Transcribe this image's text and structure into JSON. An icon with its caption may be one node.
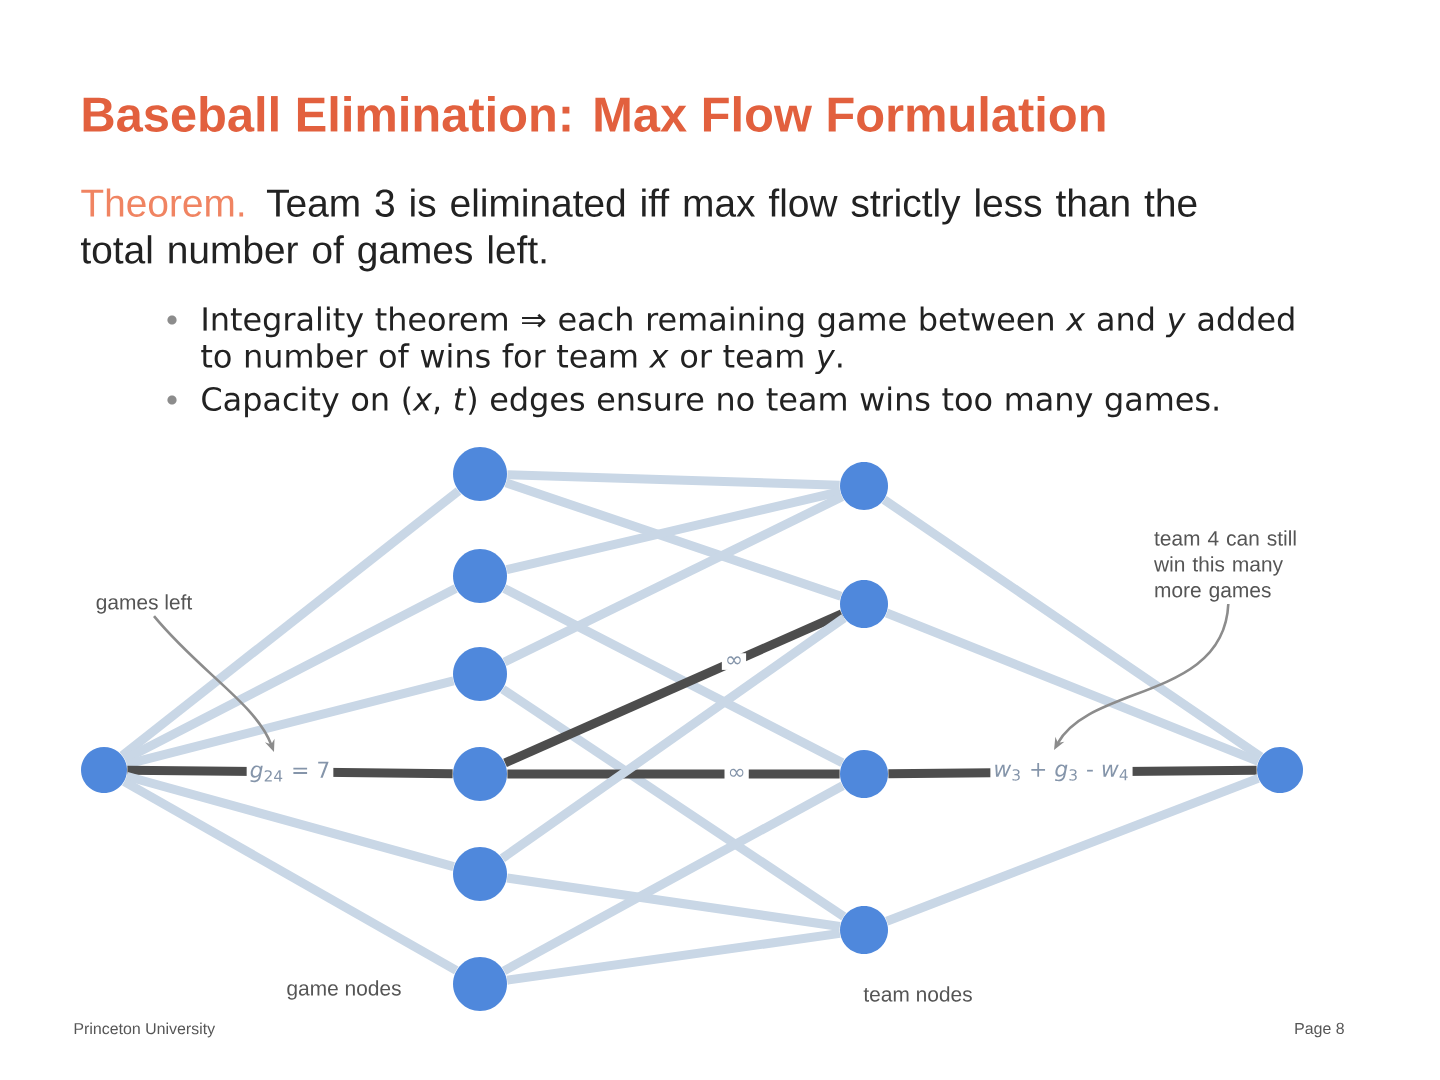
{
  "diagram": {
    "title": "Baseball Elimination: Max Flow Formulation",
    "nodes": [
      {
        "text": [],
        "shape": "circle"
      },
      {
        "text": [],
        "shape": "circle"
      },
      {
        "text": [],
        "shape": "circle"
      },
      {
        "text": [],
        "shape": "circle"
      },
      {
        "text": [],
        "shape": "circle"
      },
      {
        "text": [],
        "shape": "circle"
      },
      {
        "text": [],
        "shape": "circle"
      },
      {
        "text": [],
        "shape": "circle"
      },
      {
        "text": [],
        "shape": "circle"
      },
      {
        "text": [],
        "shape": "circle"
      },
      {
        "text": [],
        "shape": "circle"
      },
      {
        "text": [],
        "shape": "circle"
      },
      {
        "text": [
          "games left"
        ]
      },
      {
        "text": [
          "team 4 can still win this many more games"
        ]
      }
    ],
    "edges": [
      {
        "from": 0,
        "to": 1,
        "arrow": "none"
      },
      {
        "from": 0,
        "to": 2,
        "arrow": "none"
      },
      {
        "from": 0,
        "to": 3,
        "arrow": "none"
      },
      {
        "from": 0,
        "to": 4,
        "arrow": "none",
        "label": "*g*$_{24}$ = 7",
        "color": "#4d4d4d"
      },
      {
        "from": 0,
        "to": 5,
        "arrow": "none"
      },
      {
        "from": 0,
        "to": 6,
        "arrow": "none"
      },
      {
        "from": 1,
        "to": 7,
        "arrow": "none"
      },
      {
        "from": 1,
        "to": 8,
        "arrow": "none"
      },
      {
        "from": 2,
        "to": 7,
        "arrow": "none"
      },
      {
        "from": 2,
        "to": 9,
        "arrow": "none"
      },
      {
        "from": 3,
        "to": 7,
        "arrow": "none"
      },
      {
        "from": 3,
        "to": 10,
        "arrow": "none"
      },
      {
        "from": 4,
        "to": 8,
        "arrow": "none",
        "label": "∞",
        "color": "#4d4d4d"
      },
      {
        "from": 4,
        "to": 9,
        "arrow": "none",
        "label": "∞",
        "color": "#4d4d4d"
      },
      {
        "from": 5,
        "to": 8,
        "arrow": "none"
      },
      {
        "from": 5,
        "to": 10,
        "arrow": "none"
      },
      {
        "from": 6,
        "to": 9,
        "arrow": "none"
      },
      {
        "from": 6,
        "to": 10,
        "arrow": "none"
      },
      {
        "from": 7,
        "to": 11,
        "arrow": "none"
      },
      {
        "from": 8,
        "to": 11,
        "arrow": "none"
      },
      {
        "from": 9,
        "to": 11,
        "arrow": "none",
        "label": "*w*$_{3}$ + *g*$_{3}$ - *w*$_{4}$",
        "color": "#4d4d4d"
      },
      {
        "from": 10,
        "to": 11,
        "arrow": "none"
      },
      {
        "from": 12,
        "to": null,
        "arrow": "to",
        "color": "#8c8c8c"
      },
      {
        "from": 13,
        "to": null,
        "arrow": "to",
        "color": "#8c8c8c"
      }
    ],
    "labels": [
      "Theorem.",
      "Team 3 is eliminated iff max flow strictly less than the total number of games left.",
      "Integrality theorem ⇒ each remaining game between *x* and *y* added to number of wins for team *x* or team *y*.",
      "Capacity on (*x*, *t*) edges ensure no team wins too many games.",
      "game nodes",
      "team nodes",
      "Princeton University",
      "Page 8"
    ]
  }
}
